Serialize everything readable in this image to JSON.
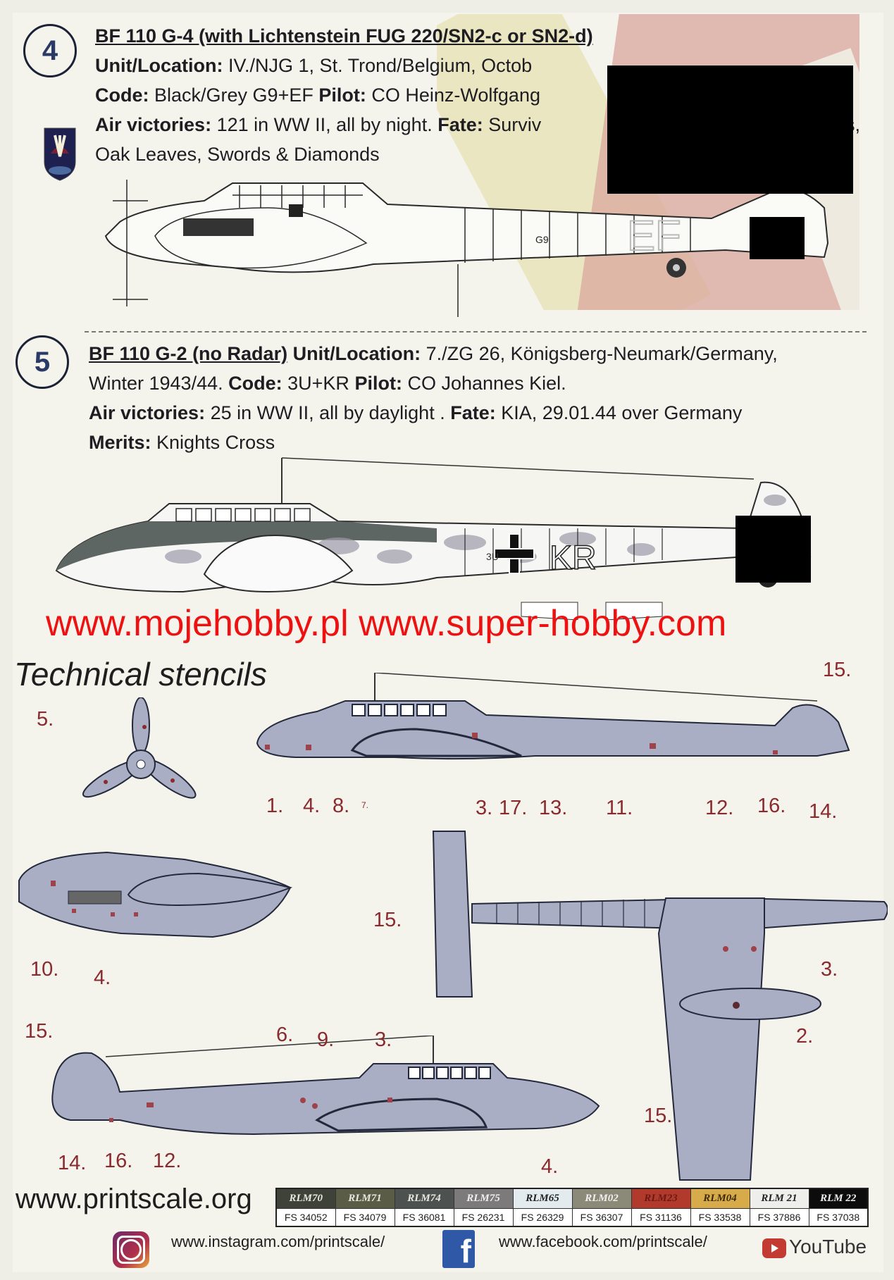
{
  "profile4": {
    "number": "4",
    "title": "BF 110 G-4 (with Lichtenstein FUG 220/SN2-c or SN2-d)",
    "unit_label": "Unit/Location:",
    "unit_value": "IV./NJG 1, St. Trond/Belgium, Octob",
    "code_label": "Code:",
    "code_value": "Black/Grey G9+EF",
    "pilot_label": "Pilot:",
    "pilot_value": "CO Heinz-Wolfgang",
    "victories_label": "Air victories:",
    "victories_value": "121 in WW II, all by night.",
    "fate_label": "Fate:",
    "fate_value": "Surviv",
    "fate_tail": "s,",
    "merits_line": "Oak Leaves, Swords & Diamonds",
    "fuselage_code_small": "G9",
    "fuselage_code_large": "EF"
  },
  "profile5": {
    "number": "5",
    "title": "BF 110 G-2 (no Radar)",
    "unit_label": "Unit/Location:",
    "unit_value": "7./ZG 26, Königsberg-Neumark/Germany,",
    "date_value": "Winter 1943/44.",
    "code_label": "Code:",
    "code_value": "3U+KR",
    "pilot_label": "Pilot:",
    "pilot_value": "CO Johannes Kiel.",
    "victories_label": "Air victories:",
    "victories_value": "25 in WW II, all by daylight .",
    "fate_label": "Fate:",
    "fate_value": "KIA, 29.01.44 over Germany",
    "merits_label": "Merits:",
    "merits_value": "Knights Cross",
    "fuselage_code_small": "3U",
    "fuselage_code_large": "KR"
  },
  "watermark": "www.mojehobby.pl www.super-hobby.com",
  "stencils": {
    "title": "Technical stencils",
    "propeller_callouts": [
      "5."
    ],
    "side_view_callouts": [
      "1.",
      "4.",
      "8.",
      "7.",
      "3.",
      "17.",
      "13.",
      "11.",
      "12.",
      "16.",
      "14.",
      "15."
    ],
    "nacelle_callouts": [
      "10.",
      "4."
    ],
    "top_view_callouts": [
      "15.",
      "3.",
      "2.",
      "15."
    ],
    "right_side_callouts": [
      "15.",
      "6.",
      "9.",
      "3.",
      "14.",
      "16.",
      "12.",
      "4."
    ]
  },
  "footer": {
    "website": "www.printscale.org",
    "instagram": "www.instagram.com/printscale/",
    "facebook": "www.facebook.com/printscale/",
    "youtube": "YouTube"
  },
  "colors": [
    {
      "rlm": "RLM70",
      "fs": "FS 34052",
      "hex": "#3e4238",
      "text": "#e8e8e0"
    },
    {
      "rlm": "RLM71",
      "fs": "FS 34079",
      "hex": "#5a5c46",
      "text": "#e8e8e0"
    },
    {
      "rlm": "RLM74",
      "fs": "FS 36081",
      "hex": "#4d5250",
      "text": "#e8e8e0"
    },
    {
      "rlm": "RLM75",
      "fs": "FS 26231",
      "hex": "#7d7a7c",
      "text": "#f0f0f0"
    },
    {
      "rlm": "RLM65",
      "fs": "FS 26329",
      "hex": "#e4ebef",
      "text": "#222"
    },
    {
      "rlm": "RLM02",
      "fs": "FS 36307",
      "hex": "#8b8a78",
      "text": "#f0f0f0"
    },
    {
      "rlm": "RLM23",
      "fs": "FS 31136",
      "hex": "#b23a2c",
      "text": "#6a1a14"
    },
    {
      "rlm": "RLM04",
      "fs": "FS 33538",
      "hex": "#d8ab4a",
      "text": "#3a2a10"
    },
    {
      "rlm": "RLM 21",
      "fs": "FS 37886",
      "hex": "#eeeeea",
      "text": "#222"
    },
    {
      "rlm": "RLM 22",
      "fs": "FS 37038",
      "hex": "#0c0c0c",
      "text": "#f0f0f0"
    }
  ]
}
